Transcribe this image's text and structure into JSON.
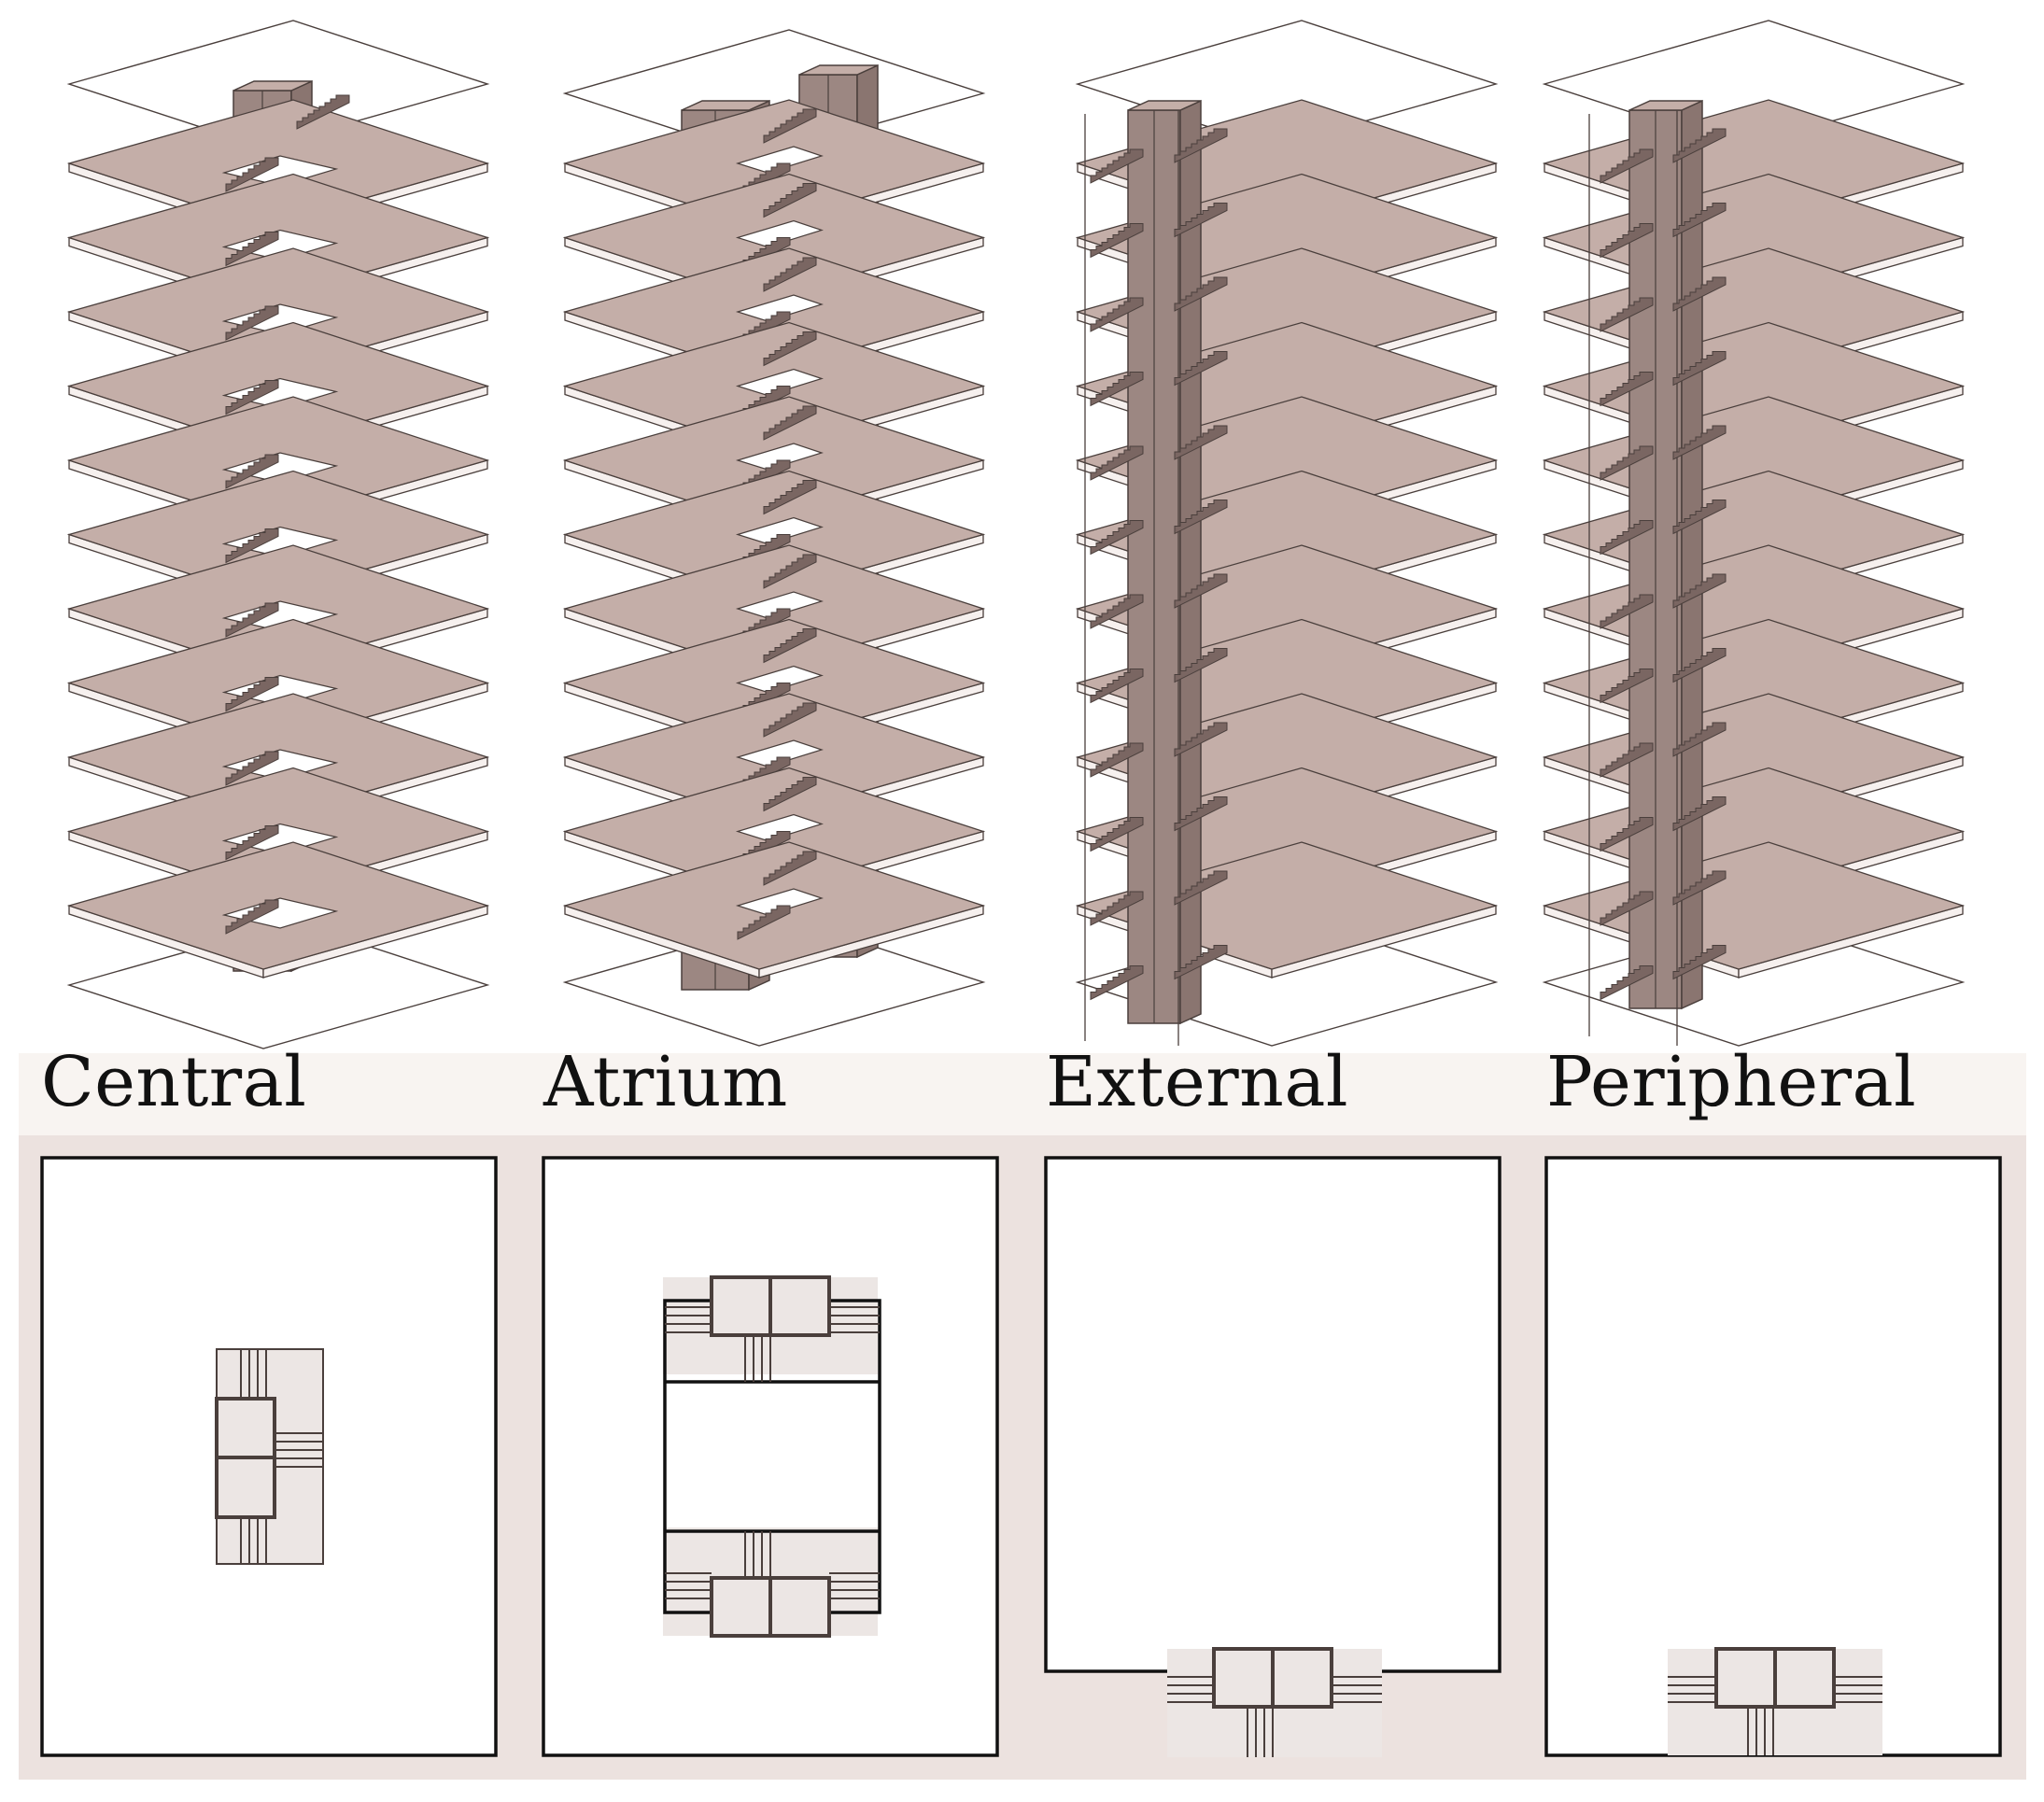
{
  "panels": [
    {
      "id": "central",
      "label": "Central"
    },
    {
      "id": "atrium",
      "label": "Atrium"
    },
    {
      "id": "external",
      "label": "External"
    },
    {
      "id": "peripheral",
      "label": "Peripheral"
    }
  ],
  "colors": {
    "slab_top": "#c4aea8",
    "slab_edge": "#f6f0ee",
    "stroke": "#4a3f3c",
    "core_front": "#9c8782",
    "core_side": "#8a7570",
    "stair": "#7a6662",
    "plan_band": "#ece2df",
    "plan_fill": "#ffffff",
    "stair_fill": "#ece6e4",
    "label_band": "#f8f4f1"
  },
  "floors": 11
}
